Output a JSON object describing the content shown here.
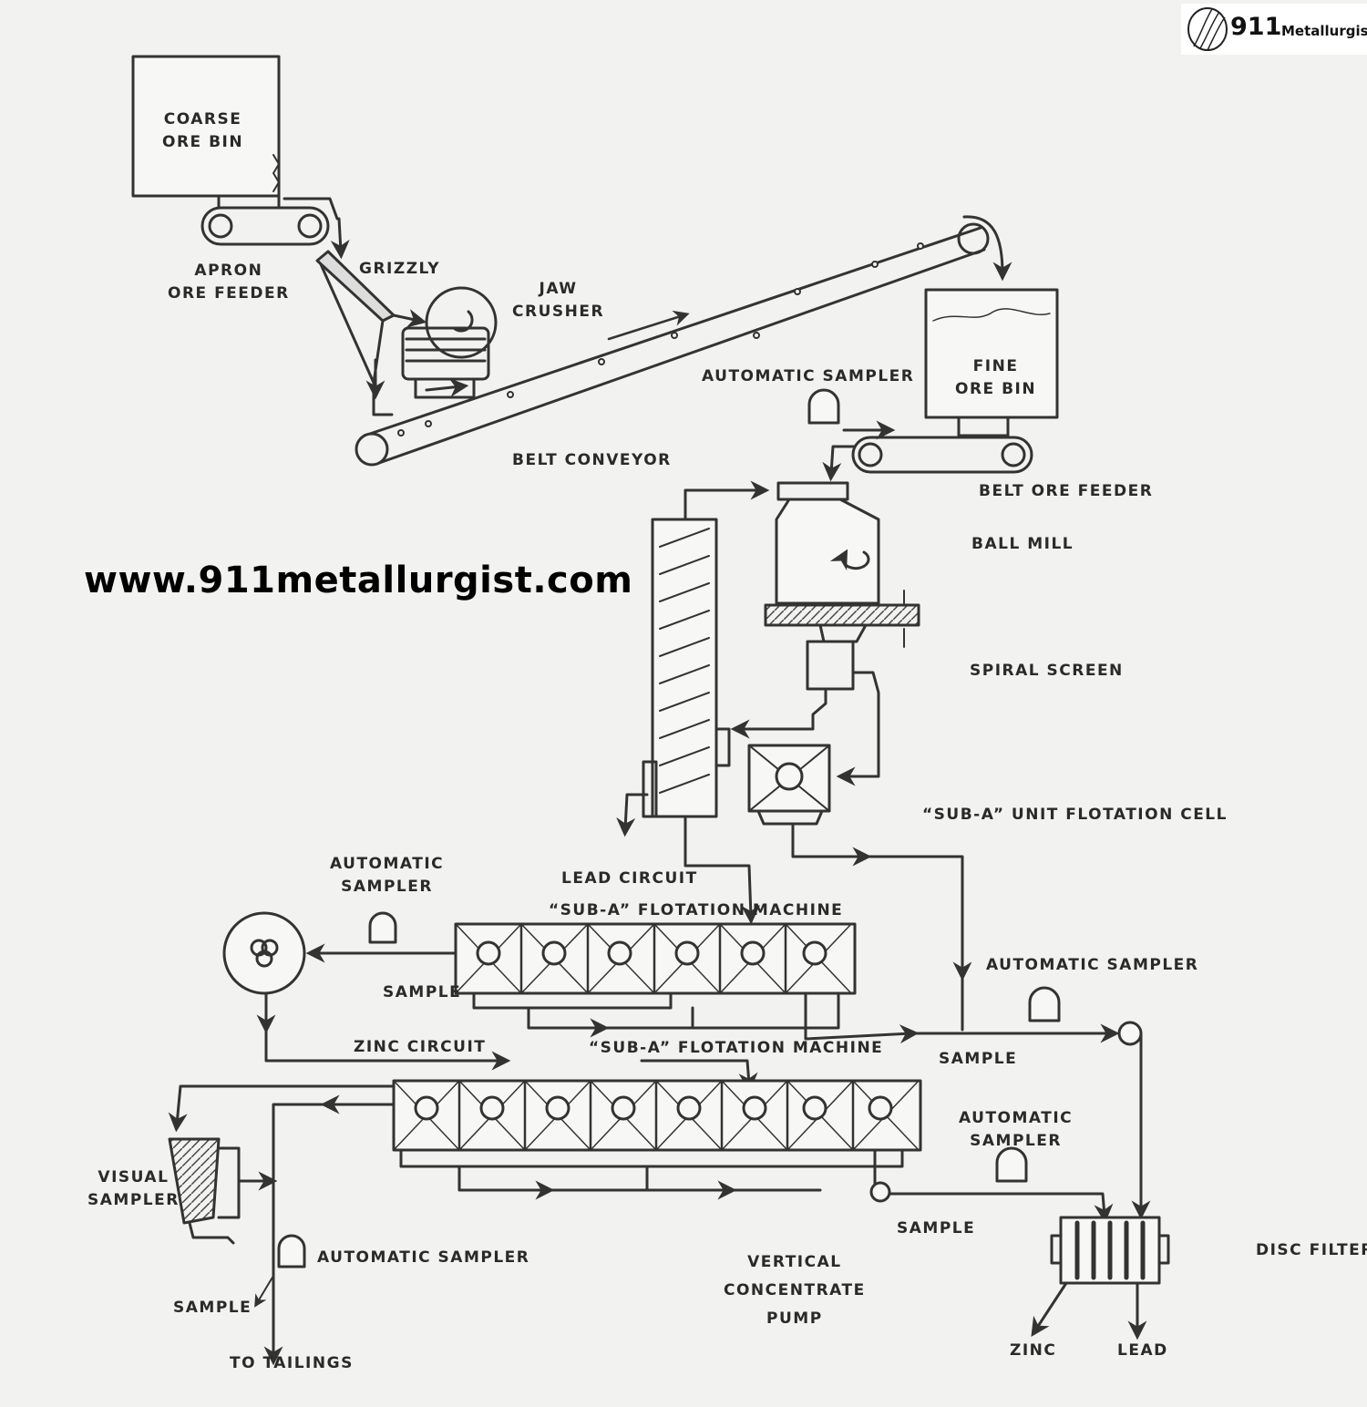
{
  "watermark": {
    "url": "www.911metallurgist.com",
    "logo_number": "911",
    "logo_text": "Metallurgist"
  },
  "labels": {
    "coarse_ore_bin": [
      "COARSE",
      "ORE BIN"
    ],
    "apron_ore_feeder": [
      "APRON",
      "ORE FEEDER"
    ],
    "grizzly": "GRIZZLY",
    "jaw_crusher": [
      "JAW",
      "CRUSHER"
    ],
    "belt_conveyor": "BELT CONVEYOR",
    "automatic_sampler_top": "AUTOMATIC SAMPLER",
    "fine_ore_bin": [
      "FINE",
      "ORE BIN"
    ],
    "belt_ore_feeder": "BELT ORE FEEDER",
    "ball_mill": "BALL MILL",
    "spiral_screen": "SPIRAL SCREEN",
    "sub_a_unit_cell": "“SUB-A” UNIT FLOTATION CELL",
    "automatic_sampler_lead_left": [
      "AUTOMATIC",
      "SAMPLER"
    ],
    "lead_circuit": "LEAD CIRCUIT",
    "lead_machine": "“SUB-A” FLOTATION   MACHINE",
    "sample_lead": "SAMPLE",
    "automatic_sampler_right": "AUTOMATIC SAMPLER",
    "zinc_circuit": "ZINC CIRCUIT",
    "zinc_machine": "“SUB-A” FLOTATION MACHINE",
    "sample_right": "SAMPLE",
    "automatic_sampler_zinc": [
      "AUTOMATIC",
      "SAMPLER"
    ],
    "visual_sampler": [
      "VISUAL",
      "SAMPLER"
    ],
    "sample_zinc_conc": "SAMPLE",
    "automatic_sampler_tail": "AUTOMATIC SAMPLER",
    "sample_tail": "SAMPLE",
    "vertical_pump": [
      "VERTICAL",
      "CONCENTRATE",
      "PUMP"
    ],
    "disc_filter": "DISC FILTER",
    "to_tailings": "TO TAILINGS",
    "zinc": "ZINC",
    "lead": "LEAD"
  }
}
